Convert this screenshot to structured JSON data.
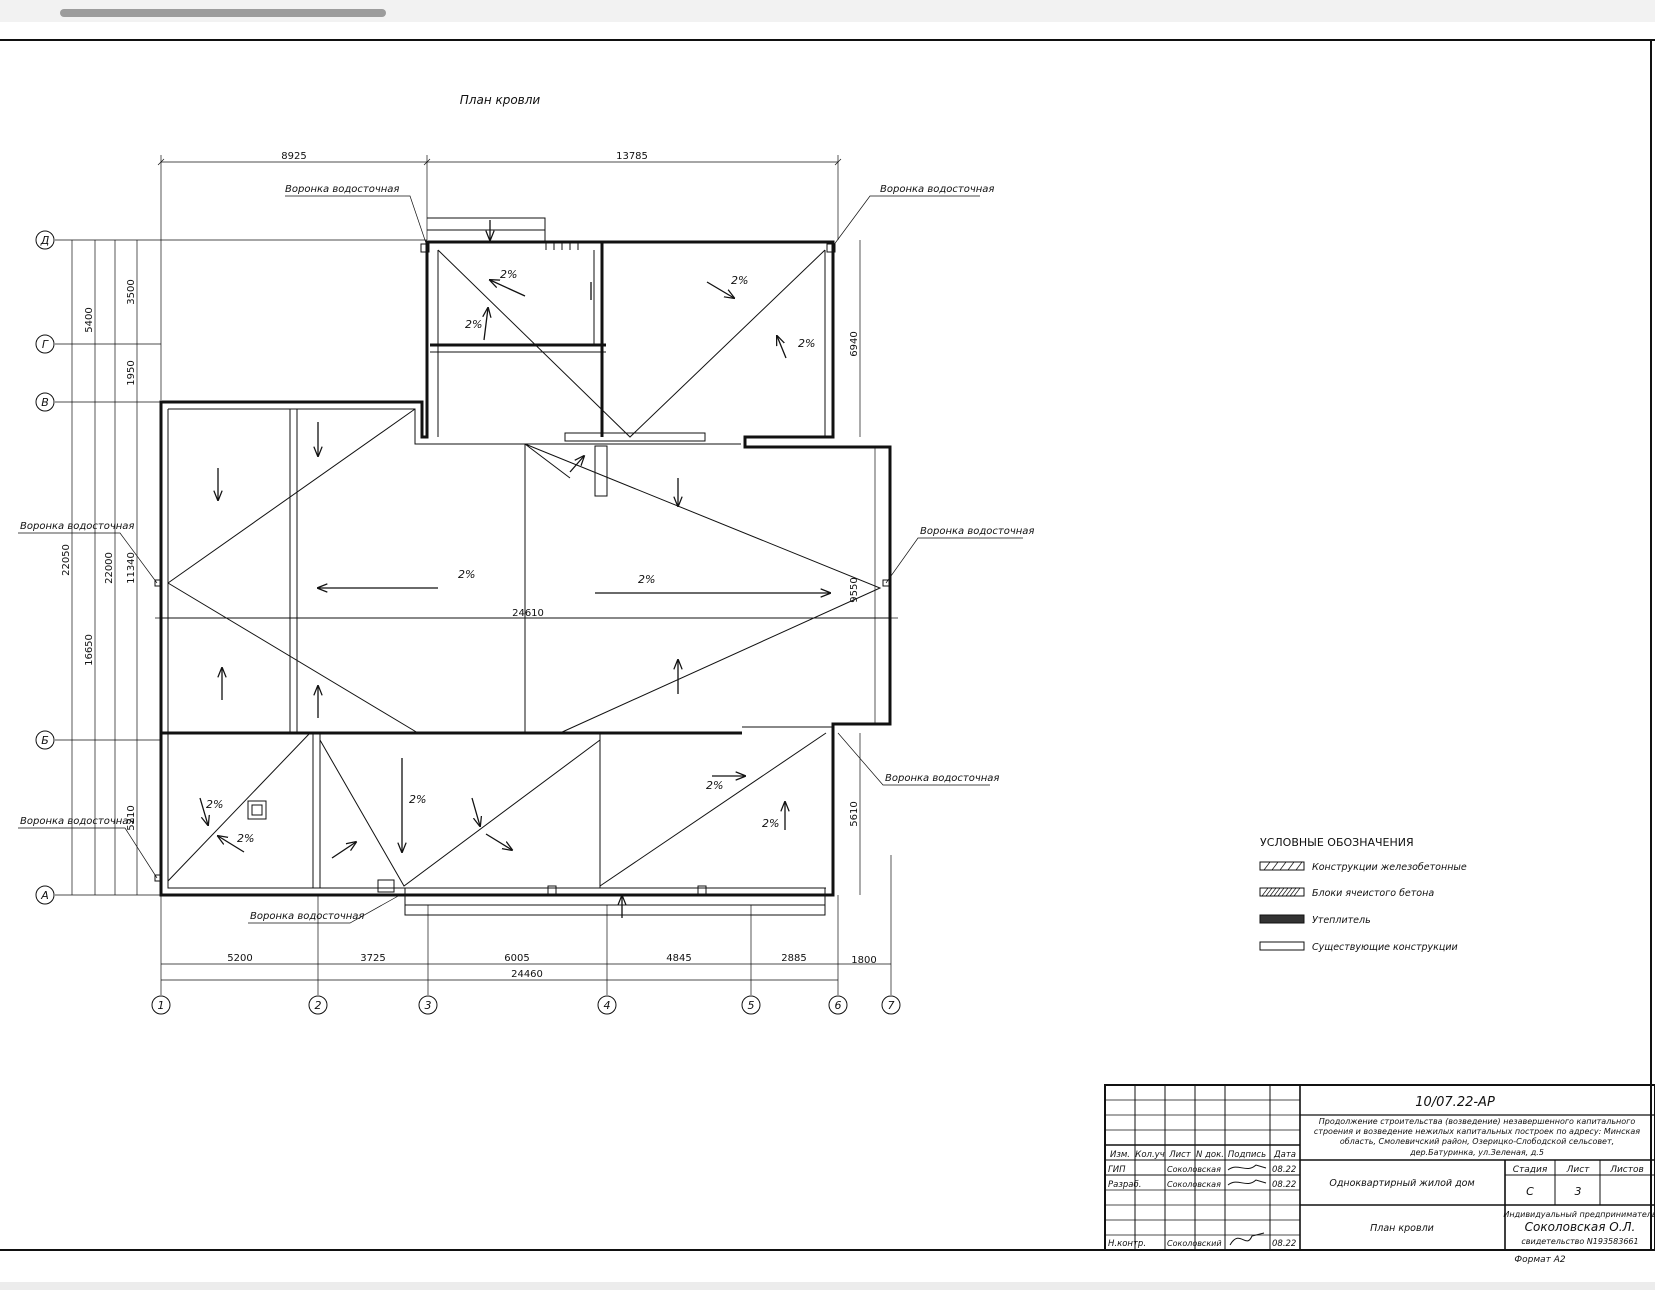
{
  "title": "План кровли",
  "gutter_label": "Воронка водосточная",
  "dims_top": [
    "8925",
    "13785"
  ],
  "dims_left_outer": [
    "22050",
    "16650"
  ],
  "dims_left_mid": [
    "5400",
    "22000",
    "5210"
  ],
  "dims_left_inner": [
    "3500",
    "1950",
    "11340"
  ],
  "dims_right": [
    "6940",
    "9550",
    "5610"
  ],
  "dims_bottom": [
    "5200",
    "3725",
    "6005",
    "4845",
    "2885",
    "1800"
  ],
  "dim_bottom_total": "24460",
  "dim_center": "24610",
  "axes_rows": [
    "Д",
    "Г",
    "В",
    "Б",
    "А"
  ],
  "axes_cols": [
    "1",
    "2",
    "3",
    "4",
    "5",
    "6",
    "7"
  ],
  "slope": "2%",
  "legend": {
    "title": "УСЛОВНЫЕ ОБОЗНАЧЕНИЯ",
    "items": [
      "Конструкции железобетонные",
      "Блоки ячеистого бетона",
      "Утеплитель",
      "Существующие конструкции"
    ]
  },
  "stamp": {
    "code": "10/07.22-АР",
    "project_lines": [
      "Продолжение строительства (возведение) незавершенного капитального",
      "строения и возведение нежилых капитальных построек по адресу: Минская",
      "область, Смолевичский район, Озерицко-Слободской сельсовет,",
      "дер.Батуринка, ул.Зеленая, д.5"
    ],
    "headers": [
      "Изм.",
      "Кол.уч",
      "Лист",
      "N док.",
      "Подпись",
      "Дата"
    ],
    "stage_headers": [
      "Стадия",
      "Лист",
      "Листов"
    ],
    "stage": "С",
    "sheet": "3",
    "rows": [
      {
        "role": "ГИП",
        "name": "Соколовская",
        "date": "08.22"
      },
      {
        "role": "Разраб.",
        "name": "Соколовская",
        "date": "08.22"
      },
      {
        "role": "Н.контр.",
        "name": "Соколовский",
        "date": "08.22"
      }
    ],
    "building": "Одноквартирный жилой дом",
    "sheet_title": "План кровли",
    "org": [
      "Индивидуальный предприниматель",
      "Соколовская О.Л.",
      "свидетельство N193583661"
    ],
    "format": "Формат А2"
  }
}
